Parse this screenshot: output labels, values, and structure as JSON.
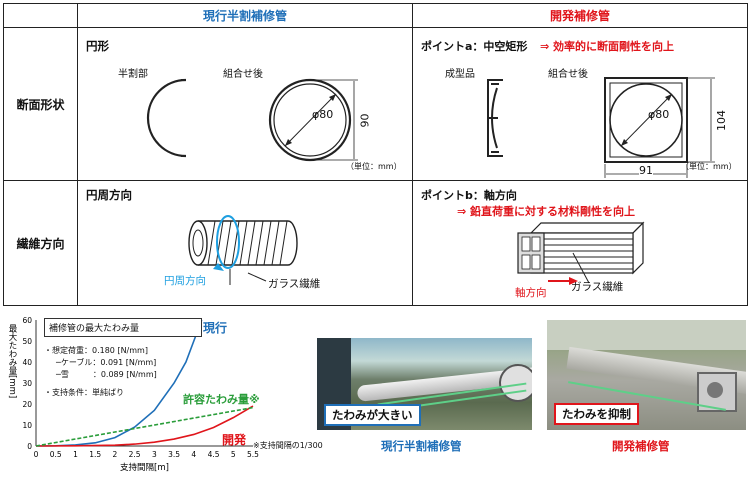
{
  "table": {
    "col_current": "現行半割補修管",
    "col_dev": "開発補修管",
    "row_section": "断面形状",
    "row_fiber": "繊維方向",
    "cur_section_title": "円形",
    "cur_half_label": "半割部",
    "cur_assembled_label": "組合せ後",
    "cur_diameter": "φ80",
    "cur_height": "90",
    "unit": "（単位：mm）",
    "dev_point_a": "ポイントa：中空矩形",
    "dev_point_a_effect": "⇒ 効率的に断面剛性を向上",
    "dev_molded_label": "成型品",
    "dev_assembled_label": "組合せ後",
    "dev_diameter": "φ80",
    "dev_height": "104",
    "dev_width": "91",
    "cur_fiber_title": "円周方向",
    "cur_fiber_dir_label": "円周方向",
    "cur_glass_label": "ガラス繊維",
    "dev_point_b": "ポイントb：軸方向",
    "dev_point_b_effect": "⇒ 鉛直荷重に対する材料剛性を向上",
    "dev_axis_label": "軸方向",
    "dev_glass_label": "ガラス繊維"
  },
  "chart_legend_box": {
    "title": "補修管の最大たわみ量",
    "load": "・想定荷重：0.180 [N/mm]",
    "cable": "─ケーブル：0.091 [N/mm]",
    "snow": "─雪　　　：0.089 [N/mm]",
    "support": "・支持条件：単純ばり"
  },
  "chart_data": {
    "type": "line",
    "ylabel": "最大たわみ量[mm]",
    "xlabel": "支持間隔[m]",
    "xlim": [
      0,
      5.5
    ],
    "ylim": [
      0,
      60
    ],
    "xticks": [
      "0",
      "0.5",
      "1",
      "1.5",
      "2",
      "2.5",
      "3",
      "3.5",
      "4",
      "4.5",
      "5",
      "5.5"
    ],
    "yticks": [
      "0",
      "10",
      "20",
      "30",
      "40",
      "50",
      "60"
    ],
    "series": [
      {
        "name": "現行",
        "color": "#1f6fb8",
        "x": [
          0,
          0.5,
          1,
          1.5,
          2,
          2.5,
          3,
          3.5,
          3.8,
          4.0,
          4.2
        ],
        "y": [
          0,
          0.1,
          0.5,
          1.5,
          4,
          9,
          17,
          30,
          40,
          50,
          60
        ]
      },
      {
        "name": "開発",
        "color": "#e0151b",
        "x": [
          0,
          1,
          2,
          2.5,
          3,
          3.5,
          4,
          4.5,
          5,
          5.5
        ],
        "y": [
          0,
          0.1,
          0.4,
          0.9,
          1.8,
          3.3,
          5.5,
          8.8,
          13.5,
          19
        ]
      },
      {
        "name": "許容たわみ量※",
        "color": "#2a9d3a",
        "dashed": true,
        "x": [
          0,
          5.5
        ],
        "y": [
          0,
          18.3
        ]
      }
    ],
    "footnote": "※支持間隔の1/300"
  },
  "photos": {
    "current_tag": "たわみが大きい",
    "current_caption": "現行半割補修管",
    "dev_tag": "たわみを抑制",
    "dev_caption": "開発補修管"
  }
}
